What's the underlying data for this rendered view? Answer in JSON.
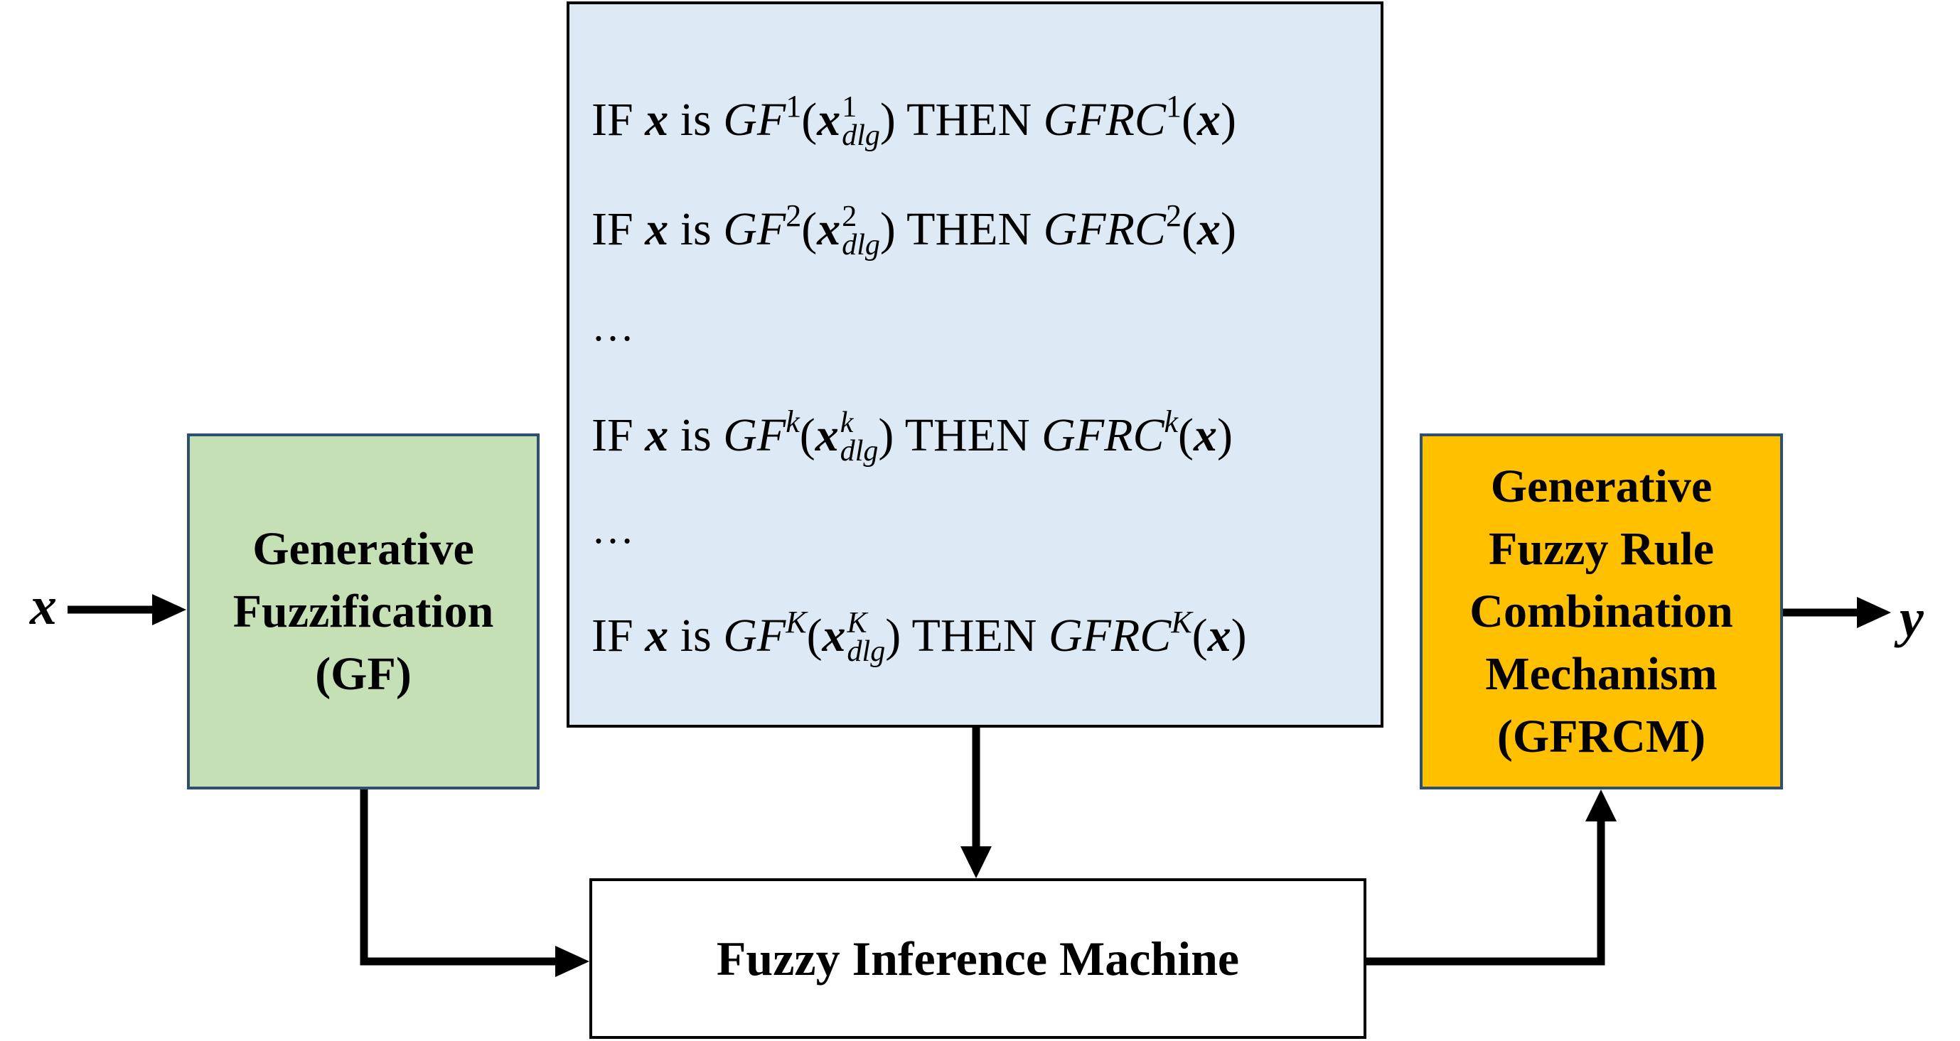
{
  "input_label": "x",
  "output_label": "y",
  "gf_block": {
    "lines": [
      "Generative",
      "Fuzzification",
      "(GF)"
    ],
    "color": "#c5e0b4"
  },
  "rule_base": {
    "color": "#dde9f5",
    "rules": [
      {
        "index": "1",
        "prefix": "IF",
        "is": "is",
        "then": "THEN",
        "gf": "GF",
        "gfrc": "GFRC",
        "x": "x",
        "sub": "dlg"
      },
      {
        "index": "2",
        "prefix": "IF",
        "is": "is",
        "then": "THEN",
        "gf": "GF",
        "gfrc": "GFRC",
        "x": "x",
        "sub": "dlg"
      },
      {
        "index": "k",
        "prefix": "IF",
        "is": "is",
        "then": "THEN",
        "gf": "GF",
        "gfrc": "GFRC",
        "x": "x",
        "sub": "dlg"
      },
      {
        "index": "K",
        "prefix": "IF",
        "is": "is",
        "then": "THEN",
        "gf": "GF",
        "gfrc": "GFRC",
        "x": "x",
        "sub": "dlg"
      }
    ],
    "ellipsis": "…"
  },
  "fim_block": {
    "label": "Fuzzy Inference Machine"
  },
  "gfrcm_block": {
    "lines": [
      "Generative",
      "Fuzzy Rule",
      "Combination",
      "Mechanism",
      "(GFRCM)"
    ],
    "color": "#ffc000"
  },
  "arrow_color": "#000000"
}
